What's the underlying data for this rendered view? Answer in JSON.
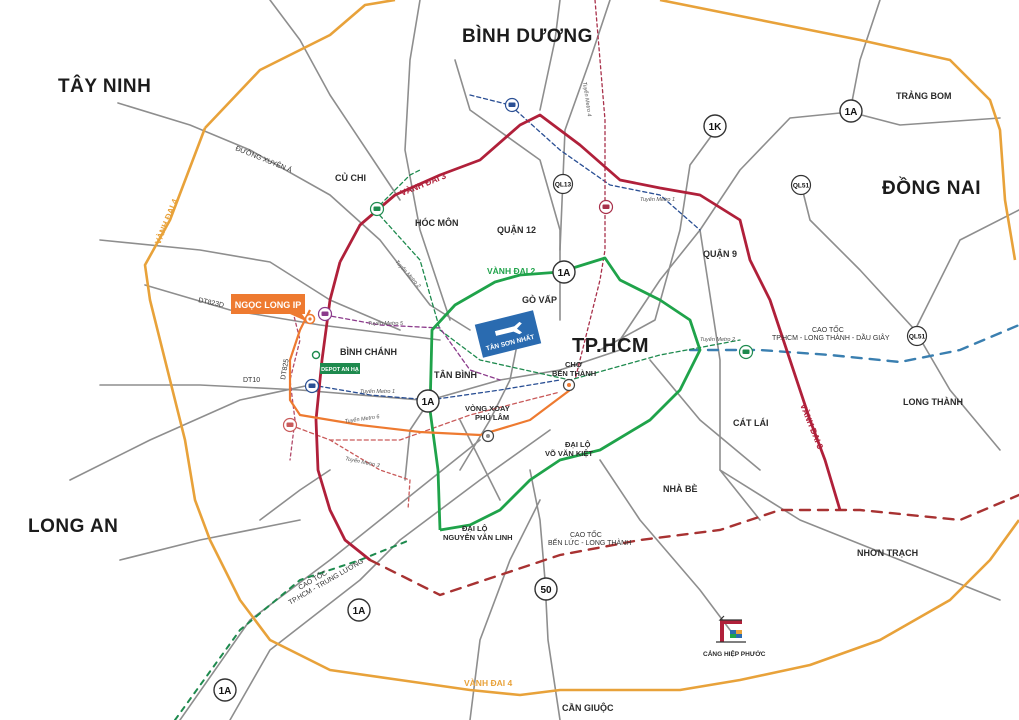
{
  "provinces": {
    "binh_duong": "BÌNH DƯƠNG",
    "tay_ninh": "TÂY NINH",
    "dong_nai": "ĐỒNG NAI",
    "long_an": "LONG AN"
  },
  "city": {
    "name": "TP.HCM"
  },
  "districts": {
    "cu_chi": "CỦ CHI",
    "hoc_mon": "HÓC MÔN",
    "quan_12": "QUẬN 12",
    "go_vap": "GÒ VẤP",
    "binh_chanh": "BÌNH CHÁNH",
    "tan_binh": "TÂN BÌNH",
    "quan_9": "QUẬN 9",
    "cat_lai": "CÁT LÁI",
    "nha_be": "NHÀ BÈ",
    "long_thanh": "LONG THÀNH",
    "nhon_trach": "NHƠN TRẠCH",
    "trang_bom": "TRẢNG BOM",
    "can_giuoc": "CẦN GIUỘC"
  },
  "landmarks": {
    "cho_ben_thanh": [
      "CHỢ",
      "BẾN THÀNH"
    ],
    "vong_xoay_phu_lam": [
      "VÒNG XOAY",
      "PHÚ LÂM"
    ],
    "dai_lo_vo_van_kiet": [
      "ĐẠI LỘ",
      "VÕ VĂN KIỆT"
    ],
    "dai_lo_nguyen_van_linh": [
      "ĐẠI LỘ",
      "NGUYỄN VĂN LINH"
    ],
    "tan_son_nhat": "TÂN SƠN NHẤT",
    "cang_hiep_phuoc": "CẢNG HIỆP PHƯỚC",
    "depot_an_ha": "DEPOT AN HẠ"
  },
  "highlight": {
    "ngoc_long_ip": "NGỌC LONG IP"
  },
  "expressways": {
    "hcm_long_thanh_dau_giay": [
      "CAO TỐC",
      "TP.HCM - LONG THÀNH - DẦU GIÂY"
    ],
    "ben_luc_long_thanh": [
      "CAO TỐC",
      "BẾN LỨC - LONG THÀNH"
    ],
    "hcm_trung_luong": [
      "CAO TỐC",
      "TP.HCM - TRUNG LƯƠNG"
    ]
  },
  "ring_roads": {
    "vanh_dai_2": "VÀNH ĐAI 2",
    "vanh_dai_3_a": "VÀNH ĐAI 3",
    "vanh_dai_3_b": "VÀNH ĐAI 3",
    "vanh_dai_4_a": "VÀNH ĐAI 4",
    "vanh_dai_4_b": "VÀNH ĐAI 4"
  },
  "roads": {
    "duong_xuyen_a": "ĐƯỜNG XUYÊN Á",
    "dt823d": "DT823D",
    "dt10": "DT10",
    "dt825": "DT825"
  },
  "metro_lines": {
    "metro_1a": "Tuyến Metro 1",
    "metro_1b": "Tuyến Metro 1",
    "metro_2": "Tuyến Metro 2",
    "metro_3": "Tuyến Metro 3",
    "metro_4": "Tuyến Metro 4",
    "metro_5": "Tuyến Metro 5",
    "metro_6": "Tuyến Metro 6",
    "metro_2_west": "Tuyến Metro 2"
  },
  "route_markers": {
    "r1a_center": "1A",
    "r1a_north": "1A",
    "r1a_east": "1A",
    "r1a_south": "1A",
    "r1a_southwest": "1A",
    "r1k": "1K",
    "r50": "50",
    "ql13": "QL13",
    "ql51_a": "QL51",
    "ql51_b": "QL51"
  },
  "colors": {
    "ring2": "#1fa34a",
    "ring3": "#b0203a",
    "ring4": "#e8a23a",
    "highlight": "#ee7a30",
    "metro_blue": "#2a4f94",
    "metro_green": "#1e8a4e",
    "expressway_red": "#a83232",
    "expressway_blue": "#3a7fb0",
    "airport": "#2a6bb0",
    "road": "#8e8e8e"
  }
}
